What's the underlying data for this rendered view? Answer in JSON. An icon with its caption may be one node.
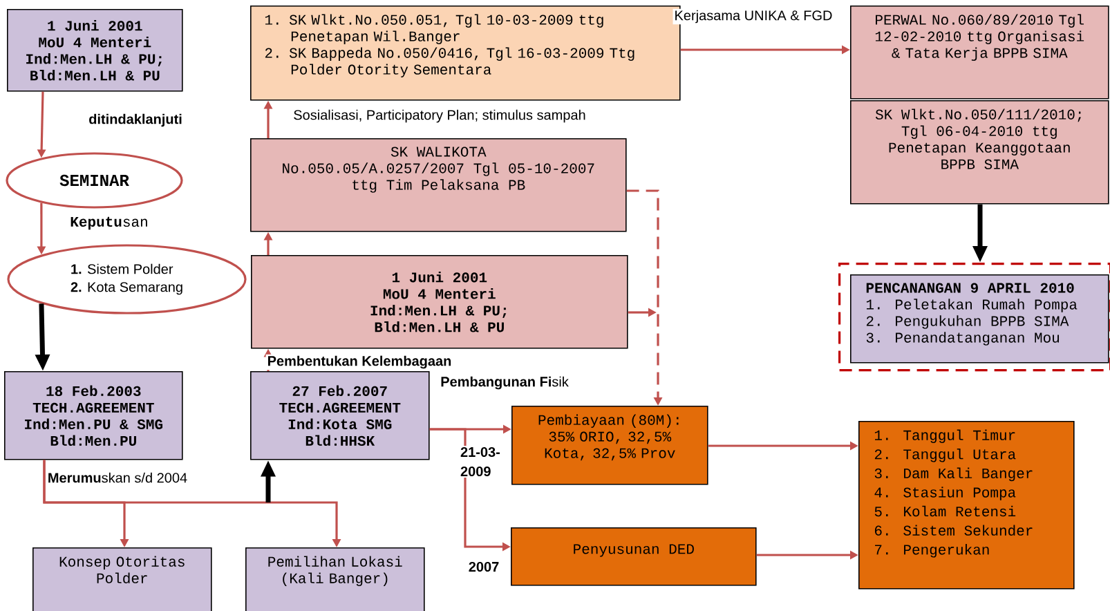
{
  "diagram": {
    "nodes": [
      {
        "text": [
          "1 Juni 2001",
          "MoU 4 Menteri",
          "Ind:Men.LH & PU;",
          "Bld:Men.LH & PU"
        ]
      },
      {
        "text": [
          "SEMINAR"
        ]
      },
      {
        "text": [
          "**1.** Sistem Polder",
          "**2.** Kota Semarang"
        ]
      },
      {
        "text": [
          "18 Feb.2003",
          "TECH.AGREEMENT",
          "Ind:Men.PU & SMG",
          "Bld:Men.PU"
        ]
      },
      {
        "text": [
          "Konsep Otoritas Polder"
        ]
      },
      {
        "text": [
          "Pemilihan Lokasi (Kali Banger)"
        ]
      },
      {
        "text": [
          "27 Feb.2007",
          "TECH.AGREEMENT",
          "Ind:Kota SMG",
          "Bld:HHSK"
        ]
      },
      {
        "text": [
          "1 Juni 2001",
          "MoU 4 Menteri",
          "Ind:Men.LH & PU;",
          "Bld:Men.LH & PU"
        ]
      },
      {
        "text": [
          "SK WALIKOTA",
          "No.050.05/A.0257/2007 Tgl 05-10-2007",
          "ttg Tim Pelaksana PB"
        ]
      },
      {
        "text": [
          "1. SK Wlkt.No.050.051, Tgl 10-03-2009 ttg Penetapan Wil.Banger",
          "2. SK Bappeda No.050/0416, Tgl 16-03-2009 Ttg Polder Otority Sementara"
        ]
      },
      {
        "text": [
          "PERWAL No.060/89/2010 Tgl 12-02-2010 ttg Organisasi & Tata Kerja BPPB SIMA"
        ]
      },
      {
        "text": [
          "SK Wlkt.No.050/111/2010;",
          "Tgl 06-04-2010 ttg",
          "Penetapan Keanggotaan",
          "BPPB SIMA"
        ]
      },
      {
        "text": [],
        "shape": "box"
      },
      {
        "text": [
          "PENCANANGAN 9 APRIL 2010",
          "1. Peletakan Rumah Pompa",
          "2. Pengukuhan BPPB SIMA",
          "3. Penandatanganan Mou"
        ],
        "in": 12
      },
      {
        "text": [
          "Pembiayaan (80M): 35% ORIO, 32,5% Kota, 32,5% Prov"
        ]
      },
      {
        "text": [
          "Penyusunan DED"
        ]
      },
      {
        "text": [
          "1. Tanggul Timur",
          "2. Tanggul Utara",
          "3. Dam Kali Banger",
          "4. Stasiun Pompa",
          "5. Kolam Retensi",
          "6. Sistem Sekunder",
          "7. Pengerukan"
        ]
      }
    ],
    "edges": [
      {
        "from": 0,
        "to": 1,
        "arrow": "to",
        "label": "ditindaklanjuti"
      },
      {
        "from": 1,
        "to": 2,
        "arrow": "to",
        "label": "**Keputu**san"
      },
      {
        "from": 2,
        "to": 3,
        "arrow": "to",
        "style": "thick",
        "color": "#000000"
      },
      {
        "from": 3,
        "to": 4,
        "arrow": "to",
        "label": "**Merumu**skan s/d 2004"
      },
      {
        "from": 3,
        "to": 5,
        "arrow": "to"
      },
      {
        "from": null,
        "to": 6,
        "arrow": "to",
        "style": "thick",
        "color": "#000000"
      },
      {
        "from": 6,
        "to": 7,
        "arrow": "to",
        "label": "Pembentukan Kelembagaan"
      },
      {
        "from": 7,
        "to": 8,
        "arrow": "to"
      },
      {
        "from": 8,
        "to": 9,
        "arrow": "to",
        "label": "Sosialisasi, Participatory Plan; stimulus sampah"
      },
      {
        "from": 9,
        "to": 10,
        "arrow": "to",
        "label": "Kerjasama UNIKA & FGD"
      },
      {
        "from": 11,
        "to": 12,
        "arrow": "to",
        "style": "thick",
        "color": "#000000"
      },
      {
        "from": 8,
        "to": 14,
        "arrow": "to",
        "style": "dashed"
      },
      {
        "from": 7,
        "to": null,
        "arrow": "to"
      },
      {
        "from": 6,
        "to": 14,
        "arrow": "to",
        "label": "21-03-2009"
      },
      {
        "from": 6,
        "to": 15,
        "arrow": "to",
        "label": "2007"
      },
      {
        "from": 14,
        "to": 16,
        "arrow": "to"
      },
      {
        "from": 15,
        "to": 16,
        "arrow": "to"
      }
    ],
    "labels": [
      "**Pembangunan Fi**sik"
    ]
  }
}
